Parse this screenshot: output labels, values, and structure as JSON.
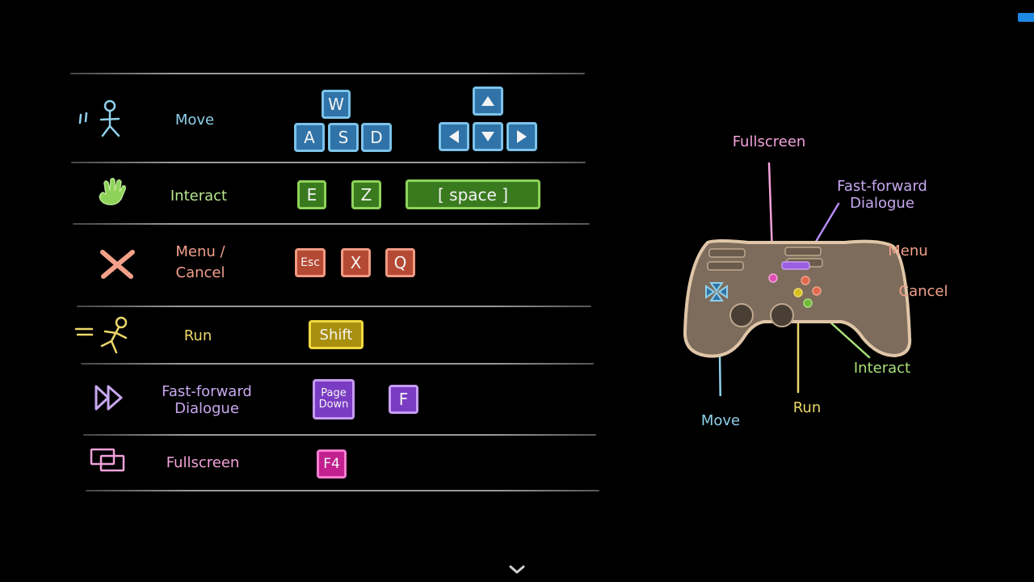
{
  "rows": [
    {
      "id": "move",
      "label": "Move",
      "color": "#8fd0ea",
      "keys": [
        "W",
        "A",
        "S",
        "D"
      ],
      "arrows": [
        "up-arrow",
        "left-arrow",
        "down-arrow",
        "right-arrow"
      ]
    },
    {
      "id": "interact",
      "label": "Interact",
      "color": "#b8e58e",
      "keys": [
        "E",
        "Z",
        "[ space ]"
      ]
    },
    {
      "id": "menu",
      "label": "Menu /\nCancel",
      "label_line1": "Menu /",
      "label_line2": "Cancel",
      "color": "#f2a08a",
      "keys": [
        "Esc",
        "X",
        "Q"
      ]
    },
    {
      "id": "run",
      "label": "Run",
      "color": "#ecd86a",
      "keys": [
        "Shift"
      ]
    },
    {
      "id": "ffwd",
      "label_line1": "Fast-forward",
      "label_line2": "Dialogue",
      "color": "#c8a8f0",
      "keys": [
        "Page Down",
        "F"
      ],
      "page_line1": "Page",
      "page_line2": "Down"
    },
    {
      "id": "fullscreen",
      "label": "Fullscreen",
      "color": "#f2a2da",
      "keys": [
        "F4"
      ]
    }
  ],
  "controller": {
    "labels": {
      "fullscreen": "Fullscreen",
      "ffwd_line1": "Fast-forward",
      "ffwd_line2": "Dialogue",
      "menu": "Menu",
      "cancel": "Cancel",
      "interact": "Interact",
      "run": "Run",
      "move": "Move"
    },
    "colors": {
      "fullscreen": "#f2a2da",
      "ffwd": "#b58af0",
      "menu": "#f2a08a",
      "cancel": "#f2a08a",
      "interact": "#a8e07a",
      "run": "#ecd86a",
      "move": "#8fd0ea",
      "body": "#7d6c5b",
      "outline": "#e0c6a8"
    }
  },
  "footer": {
    "scroll_icon": "chevron-down-icon"
  },
  "badge": {
    "icon": "gamepad-badge-icon"
  }
}
